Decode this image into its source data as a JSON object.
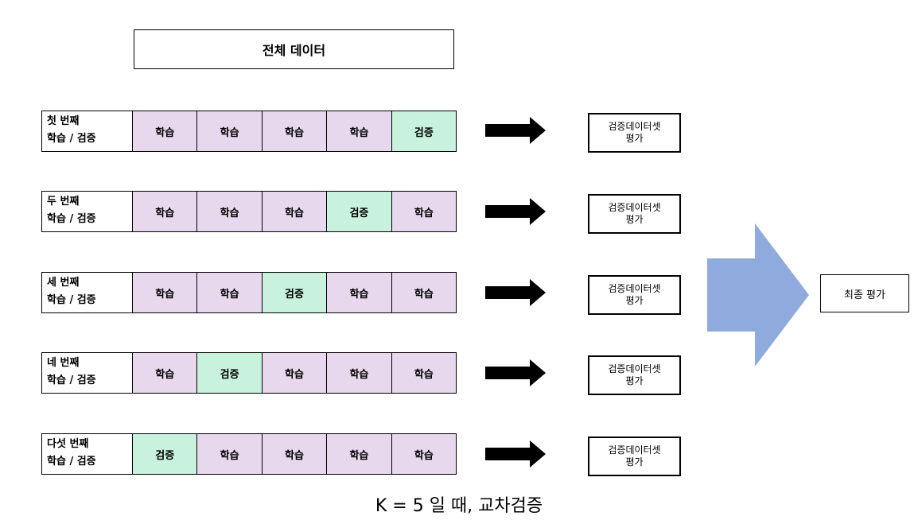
{
  "full_data_label": "전체 데이터",
  "rows": [
    {
      "round": "첫 번째",
      "sub": "학습 / 검증",
      "cells": [
        "학습",
        "학습",
        "학습",
        "학습",
        "검증"
      ],
      "eval": [
        "검증데이터셋",
        "평가"
      ]
    },
    {
      "round": "두 번째",
      "sub": "학습 / 검증",
      "cells": [
        "학습",
        "학습",
        "학습",
        "검증",
        "학습"
      ],
      "eval": [
        "검증데이터셋",
        "평가"
      ]
    },
    {
      "round": "세 번째",
      "sub": "학습 / 검증",
      "cells": [
        "학습",
        "학습",
        "검증",
        "학습",
        "학습"
      ],
      "eval": [
        "검증데이터셋",
        "평가"
      ]
    },
    {
      "round": "네 번째",
      "sub": "학습 / 검증",
      "cells": [
        "학습",
        "검증",
        "학습",
        "학습",
        "학습"
      ],
      "eval": [
        "검증데이터셋",
        "평가"
      ]
    },
    {
      "round": "다섯 번째",
      "sub": "학습 / 검증",
      "cells": [
        "검증",
        "학습",
        "학습",
        "학습",
        "학습"
      ],
      "eval": [
        "검증데이터셋",
        "평가"
      ]
    }
  ],
  "final_label": "최종 평가",
  "caption": "K = 5 일 때, 교차검증",
  "colors": {
    "train": "#e8d8ee",
    "validation": "#c8f2dd",
    "big_arrow": "#8faadc"
  }
}
